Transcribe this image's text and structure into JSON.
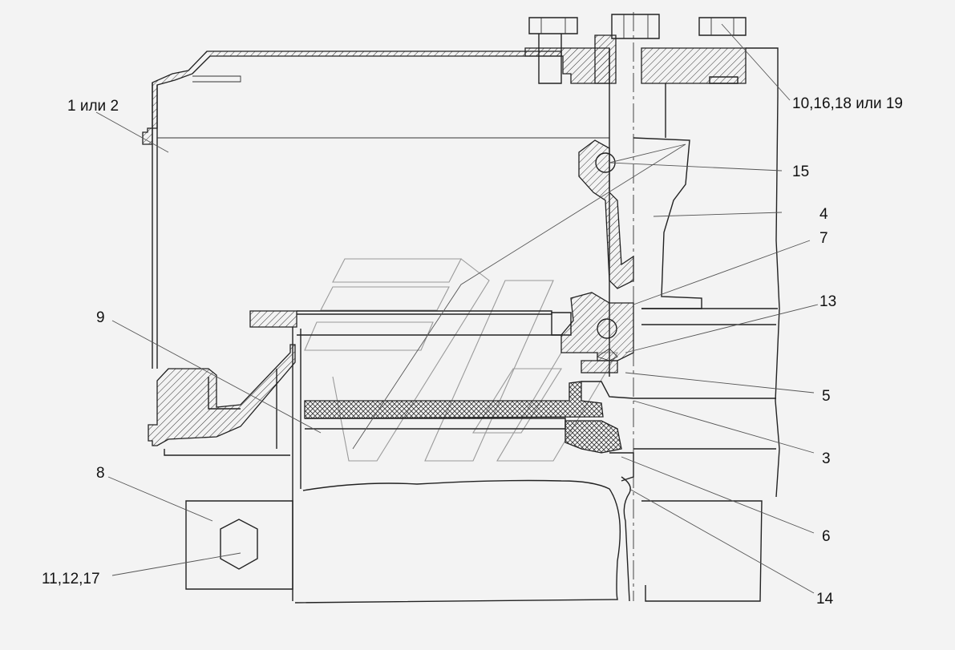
{
  "labels": {
    "part_1_2": "1 или 2",
    "part_10_16_18_19": "10,16,18 или 19",
    "part_15": "15",
    "part_4": "4",
    "part_7": "7",
    "part_13": "13",
    "part_9": "9",
    "part_5": "5",
    "part_3": "3",
    "part_8": "8",
    "part_6": "6",
    "part_11_12_17": "11,12,17",
    "part_14": "14"
  },
  "colors": {
    "background": "#f3f3f3",
    "line": "#222222",
    "watermark": "#9a9a9a"
  }
}
